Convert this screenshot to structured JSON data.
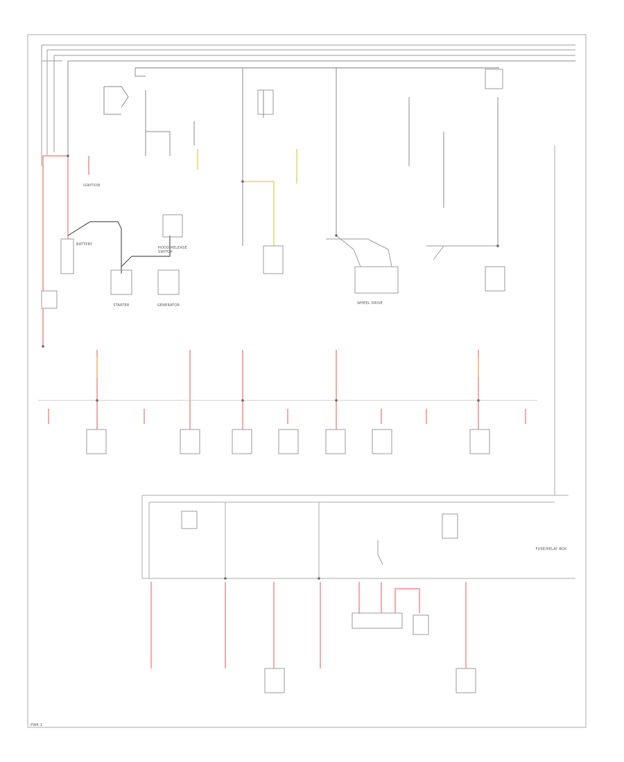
{
  "labels": {
    "starter": "STARTER",
    "generator": "GENERATOR",
    "ignition_switch": "IGNITION",
    "hood_release": "HOOD RELEASE SWITCH",
    "battery": "BATTERY",
    "fuse_relay_box": "FUSE/RELAY BOX",
    "wheel_rear_drive": "WHEEL DRIVE",
    "page_ref": "PWR 1"
  },
  "colors": {
    "frame": "#b8b8b8",
    "wire": "#8a8a8a",
    "dark_wire": "#555555",
    "red_wire": "#f4a8a8",
    "yellow_wire": "#e8e28a",
    "orange_wire": "#f6c58a",
    "component": "#9a9a9a"
  }
}
